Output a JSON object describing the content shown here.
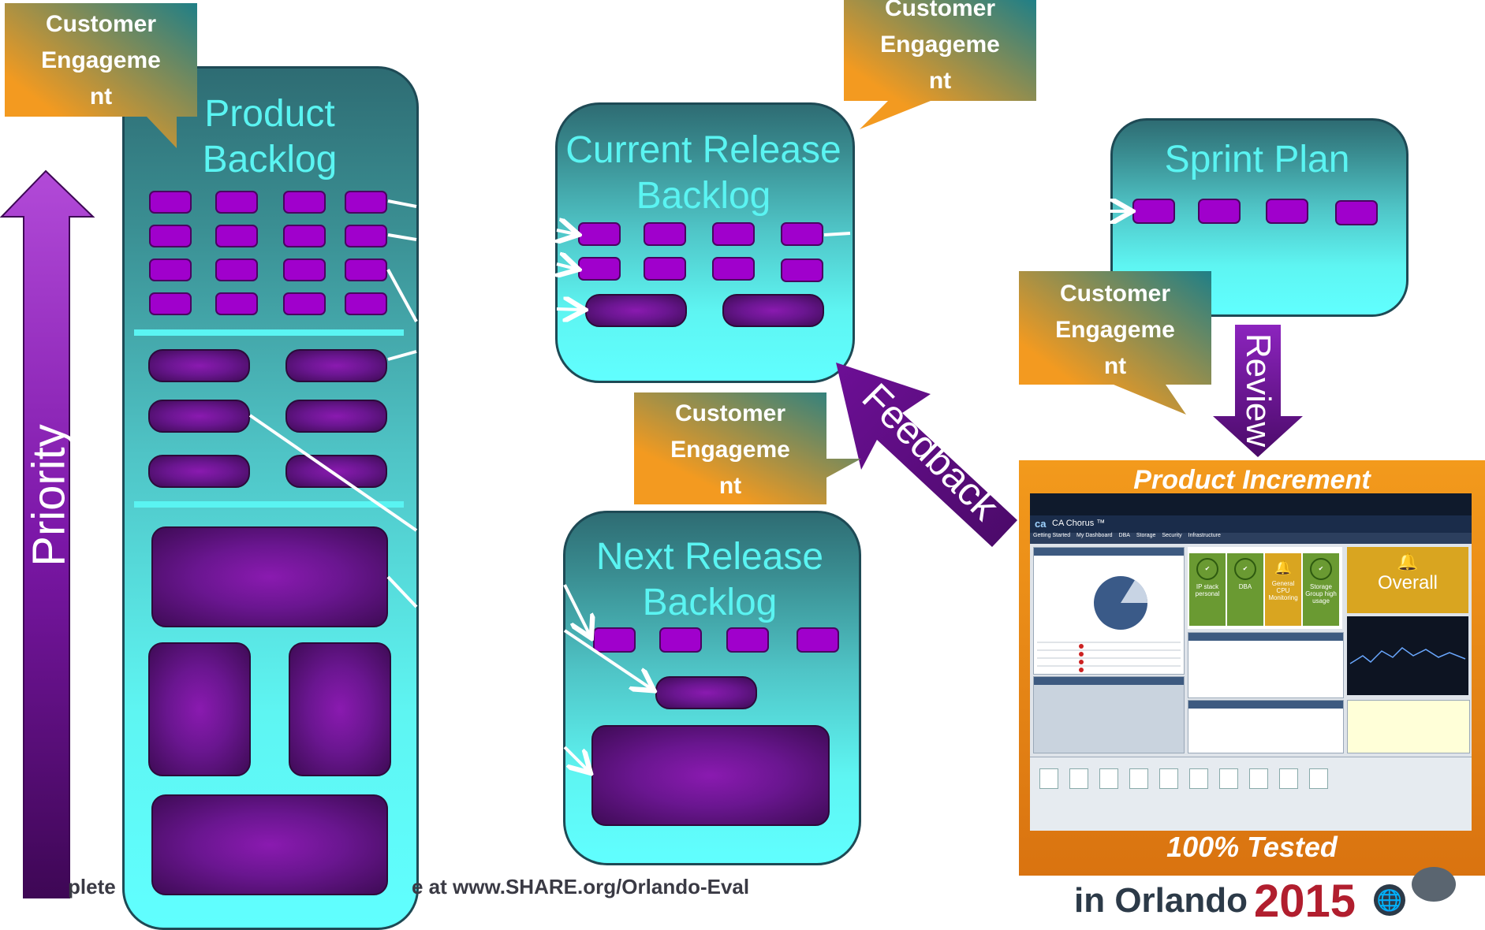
{
  "labels": {
    "priority": "Priority",
    "product_backlog": "Product\nBacklog",
    "current_release_backlog": "Current Release\nBacklog",
    "next_release_backlog": "Next Release\nBacklog",
    "sprint_plan": "Sprint Plan",
    "feedback": "Feedback",
    "review": "Review",
    "product_increment": "Product Increment",
    "tested": "100% Tested"
  },
  "callouts": [
    {
      "text": "Customer\nEngageme\nnt"
    },
    {
      "text": "Customer\nEngageme\nnt"
    },
    {
      "text": "Customer\nEngageme\nnt"
    },
    {
      "text": "Customer\nEngageme\nnt"
    }
  ],
  "footer": {
    "left": "plete",
    "right": "e at www.SHARE.org/Orlando-Eval",
    "logo_city": "in Orlando",
    "logo_year": "2015"
  },
  "screenshot": {
    "app_title": "CA Chorus ™",
    "tabs": [
      "Getting Started",
      "My Dashboard",
      "DBA",
      "Storage",
      "Security",
      "Infrastructure"
    ],
    "tiles": [
      "IP stack personal",
      "DBA",
      "General CPU Monitoring",
      "Storage Group high usage"
    ],
    "overall": "Overall"
  },
  "colors": {
    "teal_text": "#5af4f2",
    "purple": "#a000cc",
    "callout_orange": "#f39a20",
    "callout_teal": "#1f7f87",
    "panel_orange": "#e88c1f"
  }
}
